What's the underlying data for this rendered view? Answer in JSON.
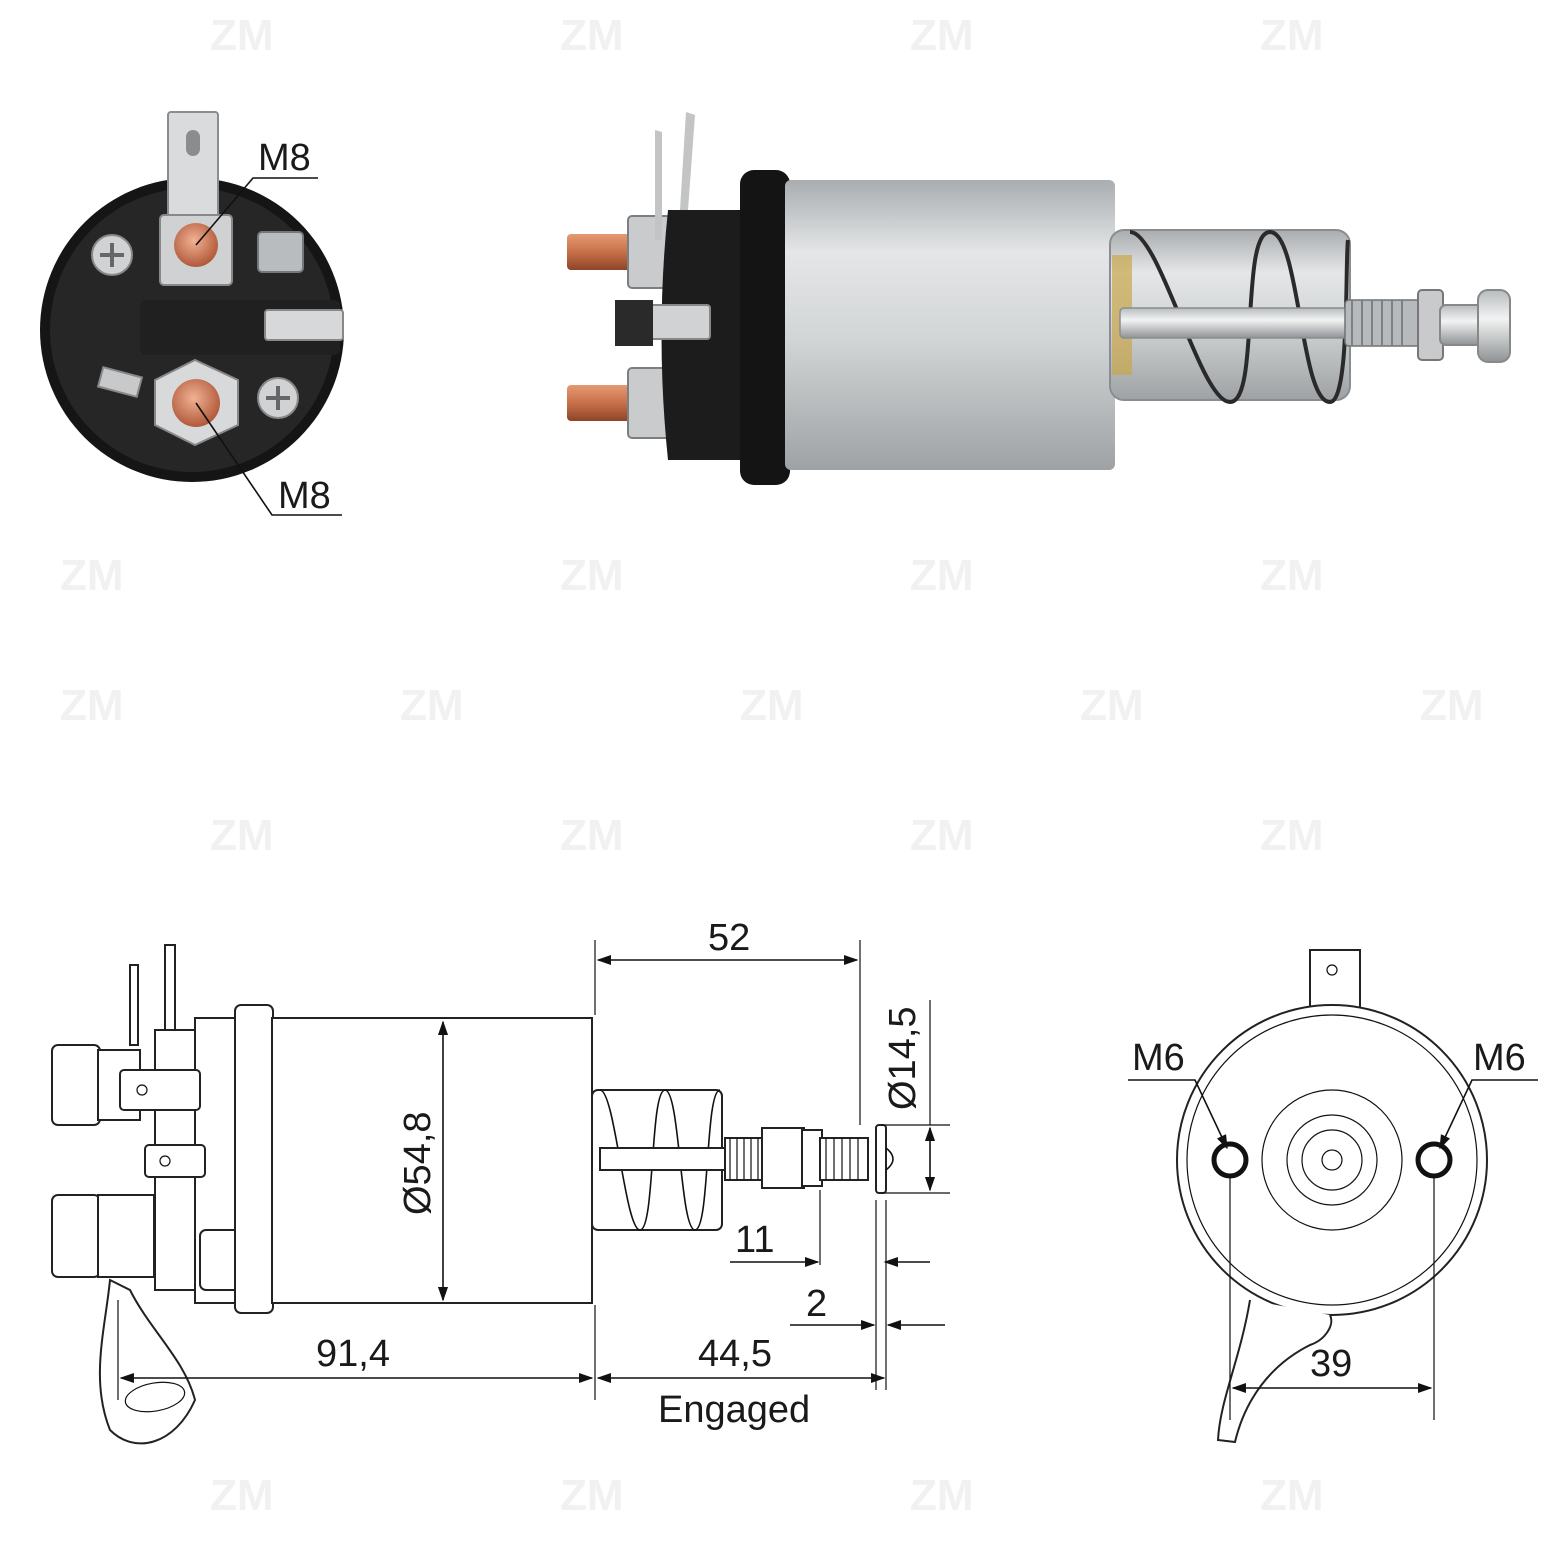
{
  "colors": {
    "copper": "#c8704a",
    "steel": "#cfd2d4",
    "black_housing": "#1b1b1b",
    "line": "#111111",
    "watermark": "#c9c9c9"
  },
  "watermark": {
    "text": "ZM"
  },
  "photo_end_view": {
    "callout_top": "M8",
    "callout_bottom": "M8"
  },
  "photo_side_view": {},
  "drawing_side_view": {
    "dim_plunger_length": "52",
    "dim_body_diameter": "Ø54,8",
    "dim_tip_diameter": "Ø14,5",
    "dim_travel": "11",
    "dim_gap": "2",
    "dim_body_length": "91,4",
    "dim_engaged_length": "44,5",
    "engaged_label": "Engaged"
  },
  "drawing_front_view": {
    "mount_left": "M6",
    "mount_right": "M6",
    "dim_mount_spacing": "39"
  }
}
